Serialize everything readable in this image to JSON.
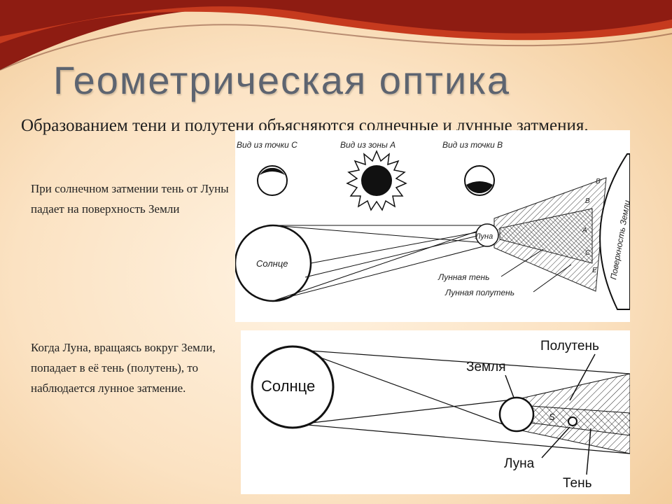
{
  "title": "Геометрическая оптика",
  "lead": "Образованием тени и полутени объясняются солнечные и лунные затмения.",
  "solar_text": "При солнечном затмении тень от Луны падает на поверхность Земли",
  "lunar_text": "Когда Луна, вращаясь вокруг Земли, попадает в её тень (полутень), то наблюдается лунное затмение.",
  "solar_figure": {
    "view_c": "Вид из точки С",
    "view_a": "Вид из зоны А",
    "view_b": "Вид из точки В",
    "sun": "Солнце",
    "moon": "Луна",
    "earth_surface": "Поверхность Земли",
    "umbra": "Лунная тень",
    "penumbra": "Лунная полутень",
    "point_b": "В",
    "point_b2": "В",
    "point_a": "А",
    "point_c": "С",
    "point_e": "Е"
  },
  "lunar_figure": {
    "sun": "Солнце",
    "earth": "Земля",
    "moon": "Луна",
    "penumbra": "Полутень",
    "umbra": "Тень",
    "point_s": "S"
  },
  "colors": {
    "title": "#5d6470",
    "swoosh_dark": "#8e1c12",
    "swoosh_light": "#c63a1e"
  }
}
